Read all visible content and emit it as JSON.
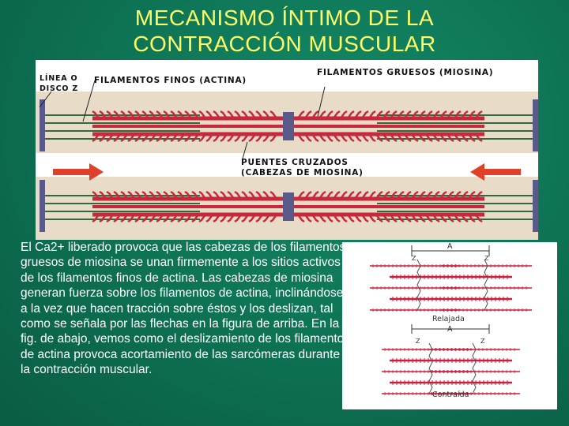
{
  "title": {
    "line1": "MECANISMO ÍNTIMO DE LA",
    "line2": "CONTRACCIÓN MUSCULAR"
  },
  "figure_top": {
    "label_z_line": "LÍNEA O\nDISCO Z",
    "label_thin": "FILAMENTOS FINOS (ACTINA)",
    "label_thick": "FILAMENTOS GRUESOS (MIOSINA)",
    "label_bridges": "PUENTES CRUZADOS\n(CABEZAS DE MIOSINA)",
    "colors": {
      "myosin": "#c8283c",
      "actin": "#2f6b3a",
      "z_disc": "#5a5a8a",
      "arrow": "#e0402a",
      "band": "#e8dcc8"
    }
  },
  "body_text": "El Ca2+ liberado provoca que las cabezas de los filamentos gruesos de miosina se unan firmemente a los sitios activos de los filamentos finos de actina. Las cabezas de miosina generan fuerza sobre los filamentos de actina, inclinándose, a la vez que hacen tracción sobre éstos y los deslizan, tal como se señala por las flechas en la figura de arriba. En la fig. de abajo, vemos como el deslizamiento  de los filamentos de actina provoca acortamiento de las sarcómeras durante la contracción muscular.",
  "figure_bottom": {
    "label_a_top": "A",
    "label_z_left_top": "Z",
    "label_z_right_top": "Z",
    "caption_relaxed": "Relajada",
    "label_a_bottom": "A",
    "label_z_left_bottom": "Z",
    "label_z_right_bottom": "Z",
    "caption_contracted": "Contraída",
    "colors": {
      "myosin": "#d01c3c",
      "actin": "#d01c3c"
    }
  }
}
